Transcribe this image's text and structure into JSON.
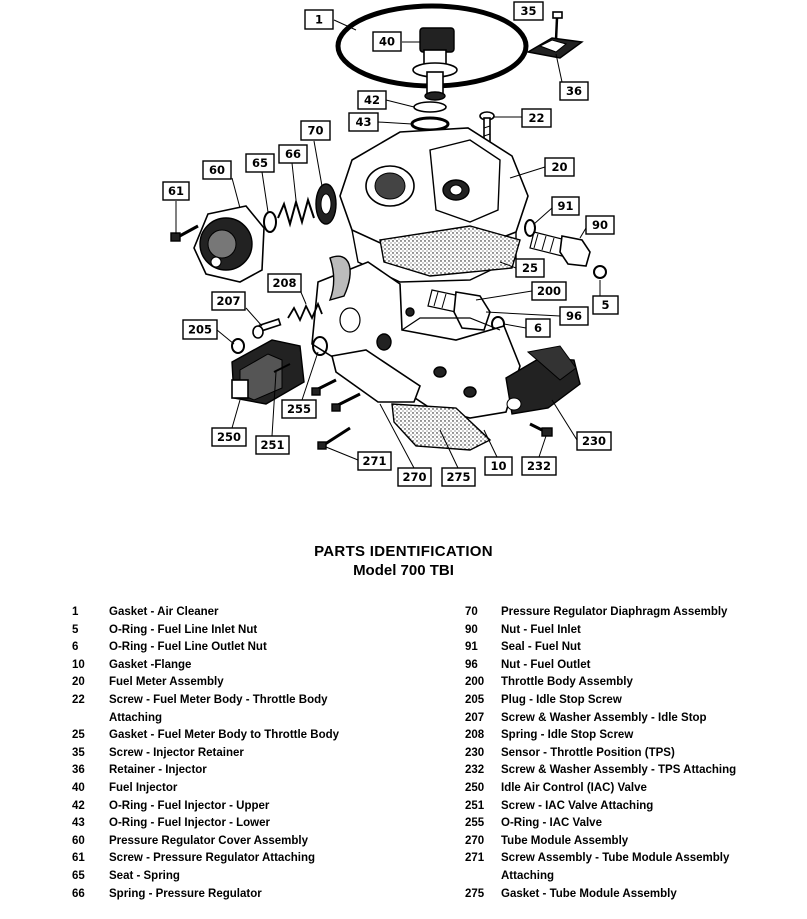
{
  "diagram": {
    "callouts": [
      {
        "id": "c1",
        "label": "1"
      },
      {
        "id": "c40",
        "label": "40"
      },
      {
        "id": "c35",
        "label": "35"
      },
      {
        "id": "c36",
        "label": "36"
      },
      {
        "id": "c42",
        "label": "42"
      },
      {
        "id": "c43",
        "label": "43"
      },
      {
        "id": "c22",
        "label": "22"
      },
      {
        "id": "c70",
        "label": "70"
      },
      {
        "id": "c60",
        "label": "60"
      },
      {
        "id": "c65",
        "label": "65"
      },
      {
        "id": "c66",
        "label": "66"
      },
      {
        "id": "c61",
        "label": "61"
      },
      {
        "id": "c20",
        "label": "20"
      },
      {
        "id": "c91",
        "label": "91"
      },
      {
        "id": "c90",
        "label": "90"
      },
      {
        "id": "c25",
        "label": "25"
      },
      {
        "id": "c208",
        "label": "208"
      },
      {
        "id": "c200",
        "label": "200"
      },
      {
        "id": "c5",
        "label": "5"
      },
      {
        "id": "c207",
        "label": "207"
      },
      {
        "id": "c96",
        "label": "96"
      },
      {
        "id": "c205",
        "label": "205"
      },
      {
        "id": "c6",
        "label": "6"
      },
      {
        "id": "c255",
        "label": "255"
      },
      {
        "id": "c250",
        "label": "250"
      },
      {
        "id": "c251",
        "label": "251"
      },
      {
        "id": "c230",
        "label": "230"
      },
      {
        "id": "c10",
        "label": "10"
      },
      {
        "id": "c232",
        "label": "232"
      },
      {
        "id": "c271",
        "label": "271"
      },
      {
        "id": "c270",
        "label": "270"
      },
      {
        "id": "c275",
        "label": "275"
      }
    ]
  },
  "caption": {
    "title": "PARTS IDENTIFICATION",
    "subtitle": "Model 700 TBI"
  },
  "legend_left": [
    {
      "num": "1",
      "desc": "Gasket - Air Cleaner"
    },
    {
      "num": "5",
      "desc": "O-Ring - Fuel Line Inlet Nut"
    },
    {
      "num": "6",
      "desc": "O-Ring - Fuel Line Outlet Nut"
    },
    {
      "num": "10",
      "desc": "Gasket -Flange"
    },
    {
      "num": "20",
      "desc": "Fuel Meter Assembly"
    },
    {
      "num": "22",
      "desc": "Screw - Fuel Meter Body - Throttle Body"
    },
    {
      "num": "",
      "desc": "Attaching"
    },
    {
      "num": "25",
      "desc": "Gasket - Fuel Meter Body to Throttle Body"
    },
    {
      "num": "35",
      "desc": "Screw - Injector Retainer"
    },
    {
      "num": "36",
      "desc": "Retainer - Injector"
    },
    {
      "num": "40",
      "desc": "Fuel Injector"
    },
    {
      "num": "42",
      "desc": "O-Ring - Fuel Injector - Upper"
    },
    {
      "num": "43",
      "desc": "O-Ring - Fuel Injector - Lower"
    },
    {
      "num": "60",
      "desc": "Pressure Regulator Cover Assembly"
    },
    {
      "num": "61",
      "desc": "Screw - Pressure Regulator Attaching"
    },
    {
      "num": "65",
      "desc": "Seat - Spring"
    },
    {
      "num": "66",
      "desc": "Spring - Pressure Regulator"
    }
  ],
  "legend_right": [
    {
      "num": "70",
      "desc": "Pressure Regulator Diaphragm Assembly"
    },
    {
      "num": "90",
      "desc": "Nut - Fuel Inlet"
    },
    {
      "num": "91",
      "desc": "Seal - Fuel Nut"
    },
    {
      "num": "96",
      "desc": "Nut - Fuel Outlet"
    },
    {
      "num": "200",
      "desc": "Throttle Body Assembly"
    },
    {
      "num": "205",
      "desc": "Plug - Idle Stop Screw"
    },
    {
      "num": "207",
      "desc": "Screw & Washer Assembly - Idle Stop"
    },
    {
      "num": "208",
      "desc": "Spring - Idle Stop Screw"
    },
    {
      "num": "230",
      "desc": "Sensor - Throttle Position (TPS)"
    },
    {
      "num": "232",
      "desc": "Screw & Washer Assembly - TPS Attaching"
    },
    {
      "num": "250",
      "desc": "Idle Air Control (IAC) Valve"
    },
    {
      "num": "251",
      "desc": "Screw - IAC Valve Attaching"
    },
    {
      "num": "255",
      "desc": "O-Ring - IAC Valve"
    },
    {
      "num": "270",
      "desc": "Tube Module Assembly"
    },
    {
      "num": "271",
      "desc": "Screw Assembly - Tube Module  Assembly"
    },
    {
      "num": "",
      "desc": "Attaching"
    },
    {
      "num": "275",
      "desc": "Gasket - Tube Module Assembly"
    }
  ]
}
